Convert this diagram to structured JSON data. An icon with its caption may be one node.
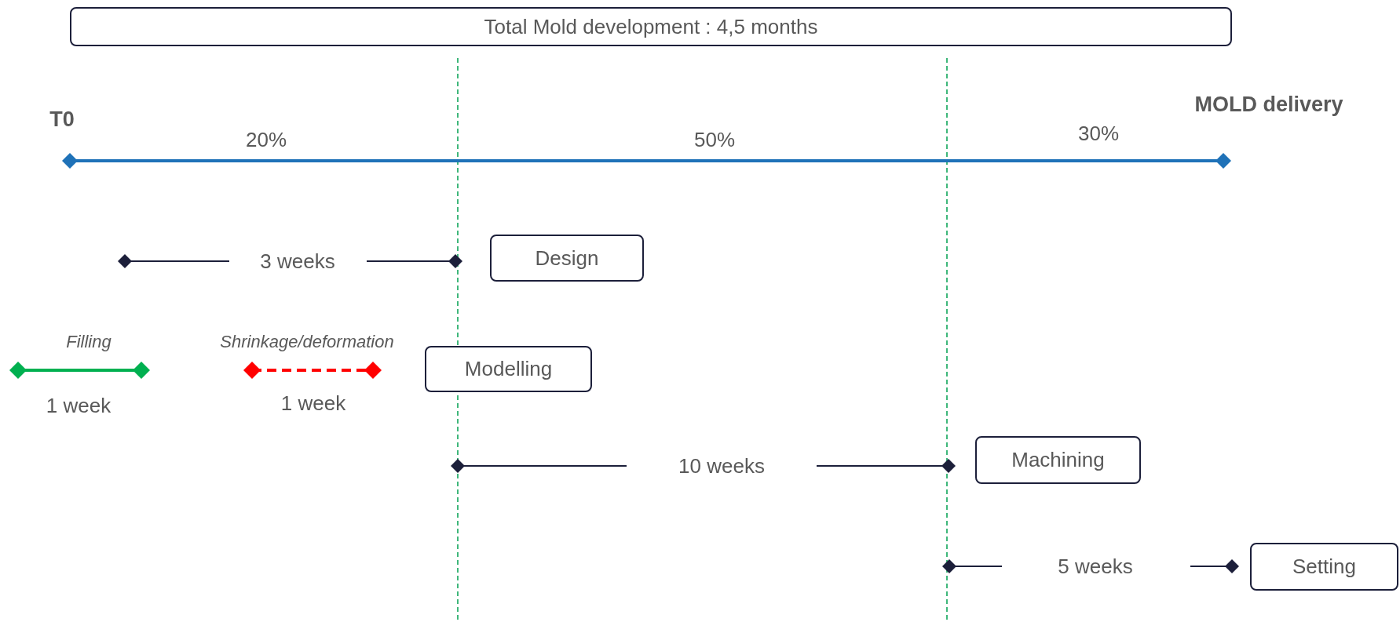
{
  "diagram": {
    "nodes": [
      {
        "text": [
          "Total Mold development : 4,5 months"
        ]
      },
      {
        "text": [
          "Design"
        ]
      },
      {
        "text": [
          "Modelling"
        ]
      },
      {
        "text": [
          "Machining"
        ]
      },
      {
        "text": [
          "Setting"
        ]
      }
    ],
    "labels": [
      "T0",
      "MOLD delivery",
      "20%",
      "50%",
      "30%",
      "3 weeks",
      "Filling",
      "Shrinkage/deformation",
      "1 week",
      "1 week",
      "10 weeks",
      "5 weeks"
    ]
  }
}
